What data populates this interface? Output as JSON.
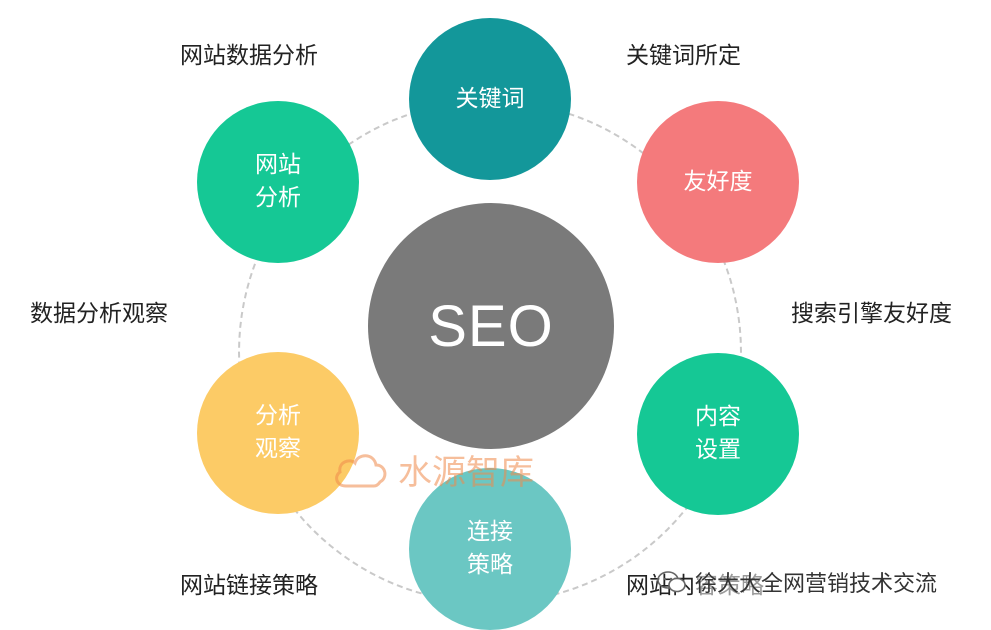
{
  "center": {
    "text": "SEO",
    "color": "#7a7a7a"
  },
  "nodes": {
    "keywords": {
      "line1": "关键词",
      "line2": "",
      "color": "#13979a"
    },
    "friendliness": {
      "line1": "友好度",
      "line2": "",
      "color": "#f47a7c"
    },
    "content": {
      "line1": "内容",
      "line2": "设置",
      "color": "#15c895"
    },
    "links": {
      "line1": "连接",
      "line2": "策略",
      "color": "#6bc7c3"
    },
    "observe": {
      "line1": "分析",
      "line2": "观察",
      "color": "#fccb66"
    },
    "site": {
      "line1": "网站",
      "line2": "分析",
      "color": "#15c895"
    }
  },
  "labels": {
    "keywords_fixed": "关键词所定",
    "site_data_analysis": "网站数据分析",
    "engine_friendliness": "搜索引擎友好度",
    "data_analysis_observe": "数据分析观察",
    "site_link_strategy": "网站链接策略",
    "site_content_strategy": "网站内容策略"
  },
  "watermark": {
    "text": "水源智库"
  },
  "credit": {
    "text": "徐大大全网营销技术交流"
  }
}
